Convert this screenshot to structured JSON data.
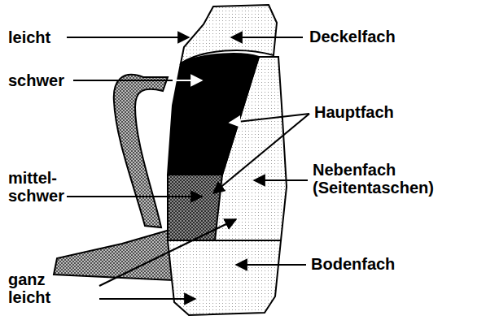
{
  "diagram": {
    "labels": [
      "leicht",
      "schwer",
      "mittel- schwer",
      "ganz leicht",
      "Deckelfach",
      "Hauptfach",
      "Nebenfach (Seitentaschen)",
      "Bodenfach"
    ]
  }
}
